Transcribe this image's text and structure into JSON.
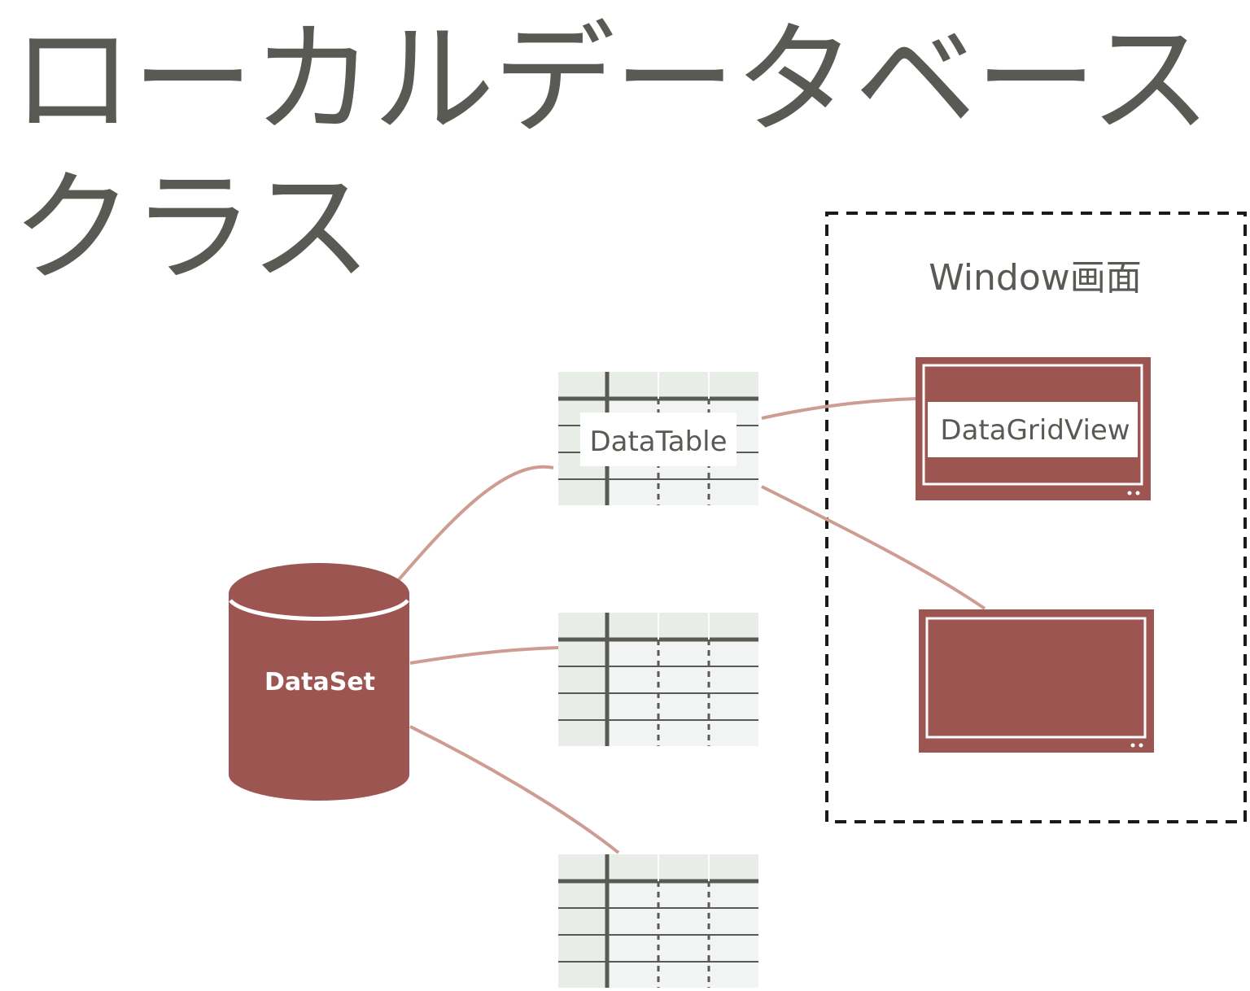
{
  "title": "ローカルデータベース\nクラス",
  "dataset": {
    "label": "DataSet"
  },
  "tables": [
    {
      "label": "DataTable"
    },
    {
      "label": ""
    },
    {
      "label": ""
    }
  ],
  "window": {
    "label": "Window画面",
    "grids": [
      {
        "label": "DataGridView"
      },
      {
        "label": ""
      }
    ]
  },
  "colors": {
    "accent": "#9c5550",
    "connector": "#cf9c91",
    "title_text": "#5a5a55",
    "table_header": "#e9ede7",
    "table_body": "#f1f4f2",
    "table_line": "#5a5a55"
  }
}
